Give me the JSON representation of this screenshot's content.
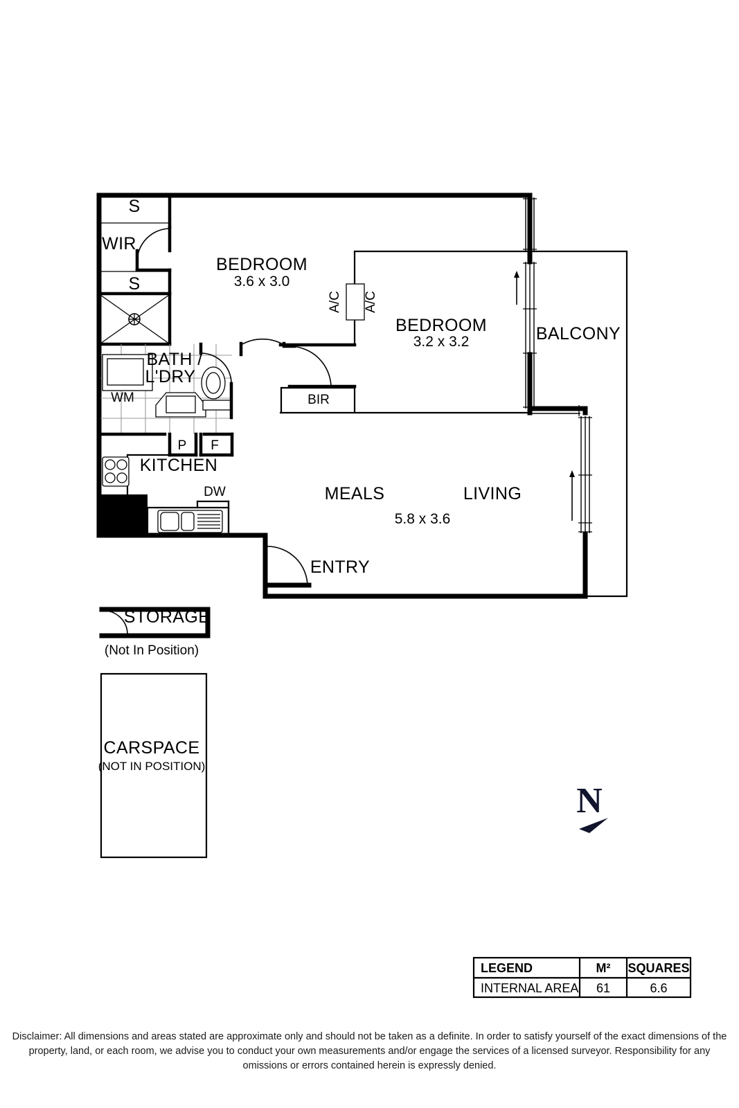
{
  "document": {
    "type": "real-estate-floor-plan"
  },
  "rooms": [
    {
      "id": "wir",
      "label": "WIR",
      "dimensions": ""
    },
    {
      "id": "shelf1",
      "label": "S",
      "dimensions": ""
    },
    {
      "id": "shelf2",
      "label": "S",
      "dimensions": ""
    },
    {
      "id": "bedroom1",
      "label": "BEDROOM",
      "dimensions": "3.6 x 3.0"
    },
    {
      "id": "bedroom2",
      "label": "BEDROOM",
      "dimensions": "3.2 x 3.2"
    },
    {
      "id": "bath",
      "label_line1": "BATH /",
      "label_line2": "L'DRY"
    },
    {
      "id": "kitchen",
      "label": "KITCHEN",
      "dimensions": ""
    },
    {
      "id": "living",
      "label": "LIVING",
      "dimensions": "5.8 x 3.6"
    },
    {
      "id": "meals",
      "label": "MEALS",
      "dimensions": ""
    },
    {
      "id": "entry",
      "label": "ENTRY",
      "dimensions": ""
    },
    {
      "id": "balcony",
      "label": "BALCONY",
      "dimensions": ""
    }
  ],
  "fixtures": {
    "wm": "WM",
    "pantry": "P",
    "fridge": "F",
    "dishwasher": "DW",
    "bir": "BIR",
    "ac_left": "A/C",
    "ac_right": "A/C"
  },
  "extras": {
    "storage_label": "STORAGE",
    "storage_note": "(Not In Position)",
    "carspace_label": "CARSPACE",
    "carspace_note": "(NOT IN POSITION)"
  },
  "compass": {
    "letter": "N"
  },
  "legend": {
    "headers": [
      "LEGEND",
      "M²",
      "SQUARES"
    ],
    "rows": [
      {
        "name": "INTERNAL AREA",
        "m2": "61",
        "squares": "6.6"
      }
    ]
  },
  "disclaimer": {
    "text": "Disclaimer: All dimensions and areas stated are approximate only and should not be taken as a definite. In order to satisfy yourself of the exact dimensions of the property, land, or each room, we advise you to conduct your own measurements and/or engage the services of a licensed surveyor. Responsibility for any omissions or errors contained herein is expressly denied."
  },
  "colors": {
    "wall": "#000000",
    "tile_grid": "#9a9a9a",
    "north": "#10142c",
    "background": "#ffffff"
  }
}
